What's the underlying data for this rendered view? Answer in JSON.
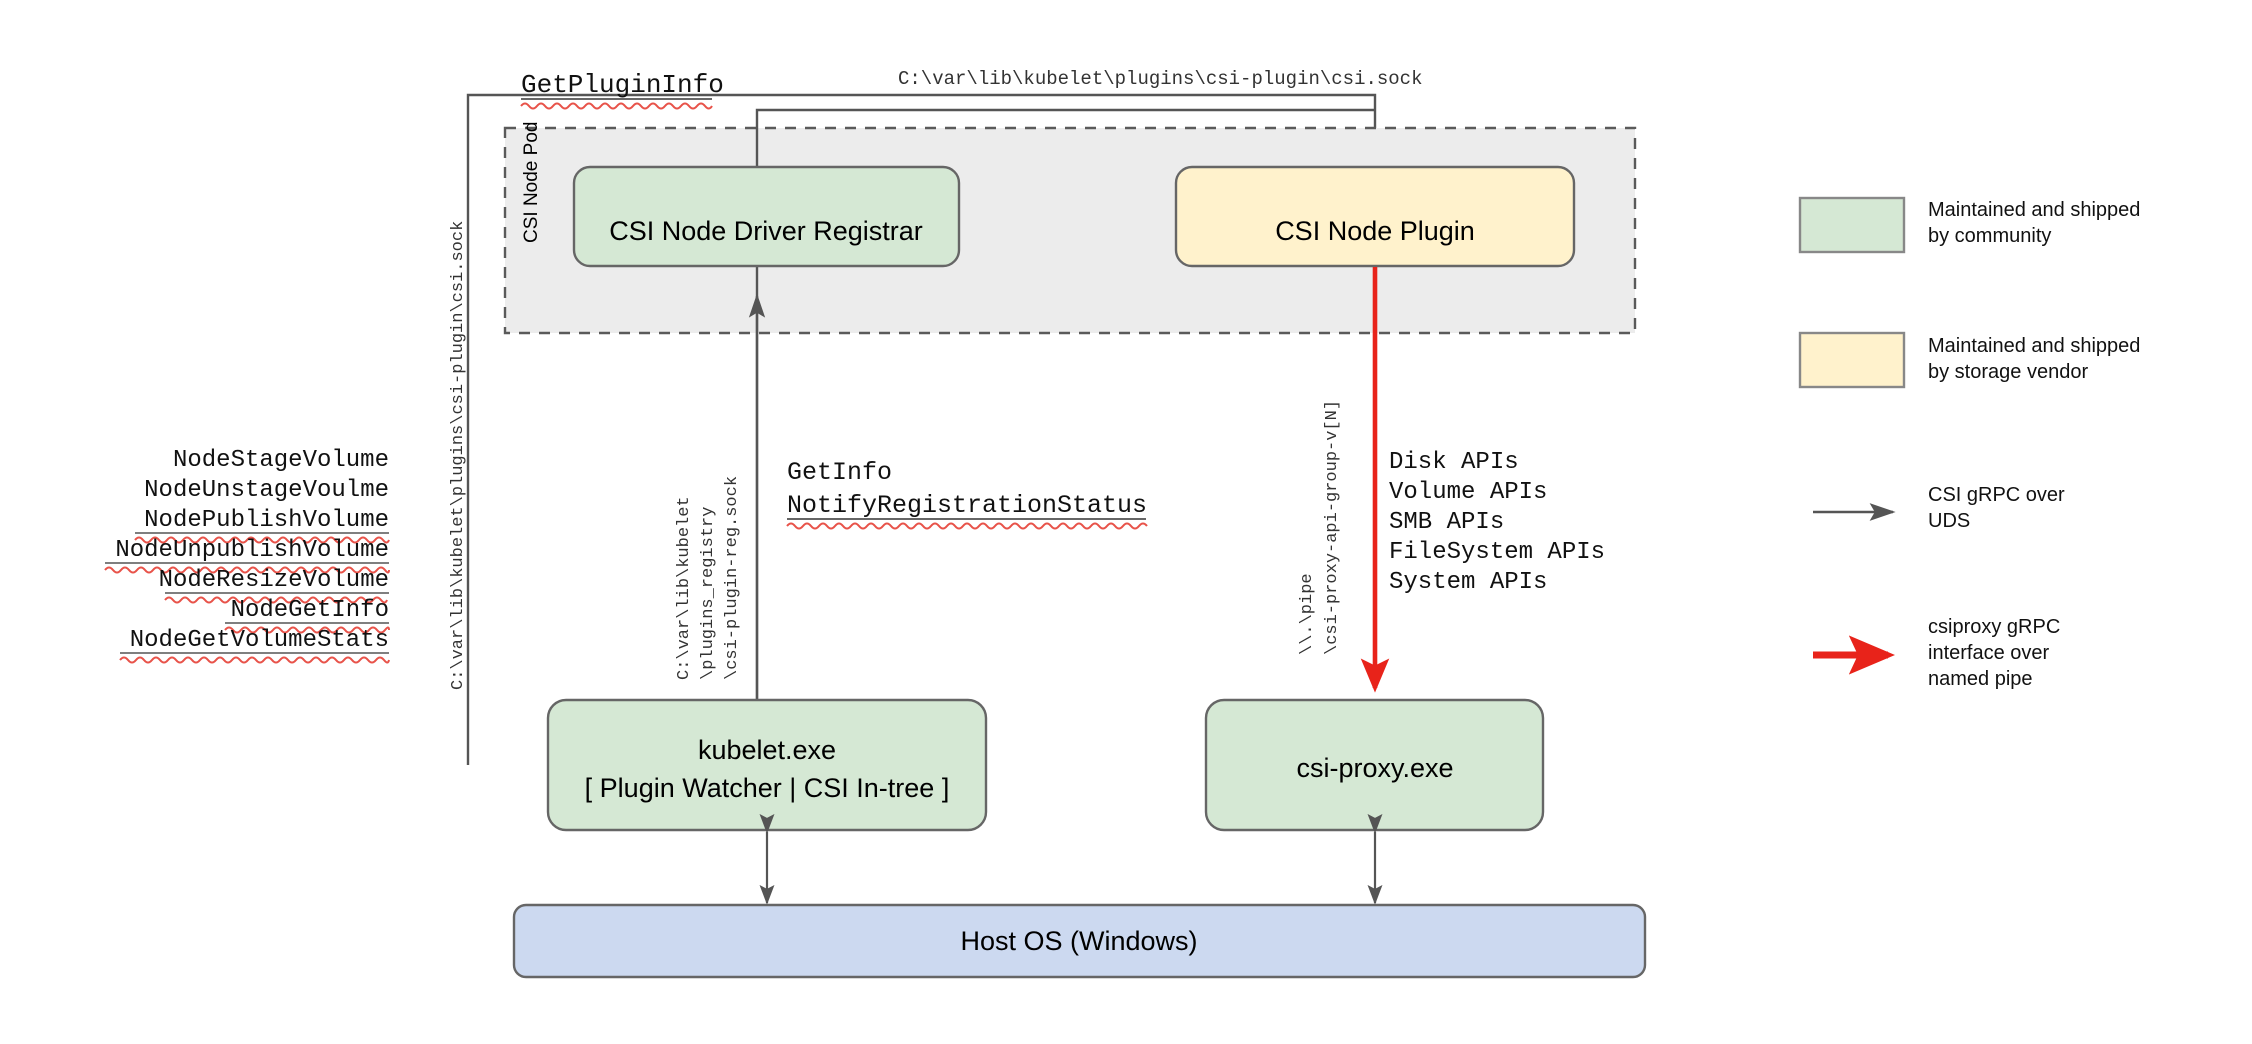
{
  "diagram": {
    "title": "CSI Proxy on Windows architecture",
    "colors": {
      "community_fill": "#d5e8d4",
      "vendor_fill": "#fff2cc",
      "host_fill": "#ccd9f0",
      "pod_fill": "#ececec",
      "stroke": "#666666",
      "red_accent": "#e8231a",
      "arrow_gray": "#555555"
    }
  },
  "pod": {
    "label": "CSI Node Pod"
  },
  "nodes": {
    "registrar": {
      "label": "CSI Node Driver Registrar",
      "fill_key": "community"
    },
    "node_plugin": {
      "label": "CSI Node Plugin",
      "fill_key": "vendor"
    },
    "kubelet": {
      "line1": "kubelet.exe",
      "line2": "[ Plugin Watcher | CSI In-tree ]",
      "fill_key": "community"
    },
    "csi_proxy": {
      "label": "csi-proxy.exe",
      "fill_key": "community"
    },
    "host_os": {
      "label": "Host OS (Windows)",
      "fill_key": "host"
    }
  },
  "labels": {
    "get_plugin_info": "GetPluginInfo",
    "csi_sock_path_top": "C:\\var\\lib\\kubelet\\plugins\\csi-plugin\\csi.sock",
    "csi_sock_path_left": "C:\\var\\lib\\kubelet\\plugins\\csi-plugin\\csi.sock",
    "reg_sock_path": [
      "C:\\var\\lib\\kubelet",
      "\\plugins_registry",
      "\\csi-plugin-reg.sock"
    ],
    "named_pipe_path": [
      "\\\\.\\pipe",
      "\\csi-proxy-api-group-v[N]"
    ],
    "registration_calls": [
      "GetInfo",
      "NotifyRegistrationStatus"
    ]
  },
  "node_service_calls": [
    "NodeStageVolume",
    "NodeUnstageVoulme",
    "NodePublishVolume",
    "NodeUnpublishVolume",
    "NodeResizeVolume",
    "NodeGetInfo",
    "NodeGetVolumeStats"
  ],
  "csi_proxy_apis": [
    "Disk APIs",
    "Volume APIs",
    "SMB APIs",
    "FileSystem APIs",
    "System APIs"
  ],
  "legend": [
    {
      "kind": "swatch",
      "color_key": "community_fill",
      "lines": [
        "Maintained and shipped",
        "by community"
      ]
    },
    {
      "kind": "swatch",
      "color_key": "vendor_fill",
      "lines": [
        "Maintained and shipped",
        "by storage vendor"
      ]
    },
    {
      "kind": "arrow",
      "color_key": "arrow_gray",
      "lines": [
        "CSI gRPC over",
        "UDS"
      ]
    },
    {
      "kind": "arrow",
      "color_key": "red_accent",
      "lines": [
        "csiproxy gRPC",
        "interface over",
        "named pipe"
      ]
    }
  ]
}
